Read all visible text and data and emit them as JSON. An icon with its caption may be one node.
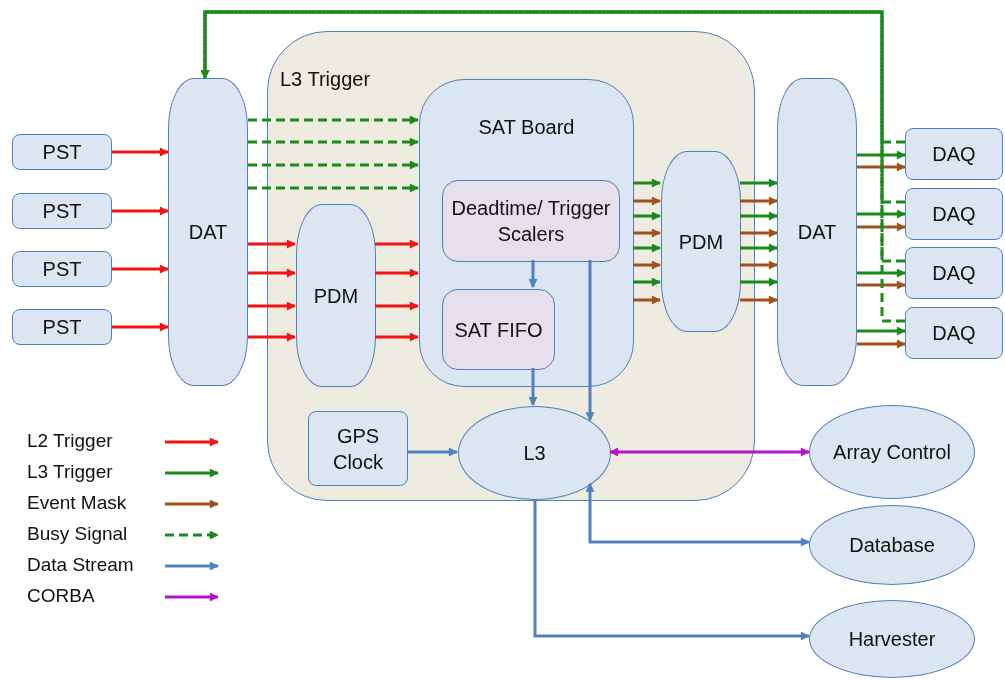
{
  "diagram": {
    "nodes": [
      {
        "text": [
          "PST"
        ]
      },
      {
        "text": [
          "PST"
        ]
      },
      {
        "text": [
          "PST"
        ]
      },
      {
        "text": [
          "PST"
        ]
      },
      {
        "text": [
          "DAT"
        ]
      },
      {
        "text": [
          "L3 Trigger"
        ]
      },
      {
        "text": [
          "PDM"
        ],
        "in": 5
      },
      {
        "text": [
          "SAT Board"
        ],
        "in": 5
      },
      {
        "text": [
          "Deadtime/ Trigger Scalers"
        ],
        "in": 7
      },
      {
        "text": [
          "SAT FIFO"
        ],
        "in": 7
      },
      {
        "text": [
          "PDM"
        ],
        "in": 5
      },
      {
        "text": [
          "GPS Clock"
        ],
        "in": 5
      },
      {
        "text": [
          "L3"
        ],
        "in": 5
      },
      {
        "text": [
          "DAT"
        ]
      },
      {
        "text": [
          "DAQ"
        ]
      },
      {
        "text": [
          "DAQ"
        ]
      },
      {
        "text": [
          "DAQ"
        ]
      },
      {
        "text": [
          "DAQ"
        ]
      },
      {
        "text": [
          "Array Control"
        ]
      },
      {
        "text": [
          "Database"
        ]
      },
      {
        "text": [
          "Harvester"
        ]
      }
    ],
    "edges": [
      {
        "from": 0,
        "to": 4,
        "arrow": "to",
        "color": "#f01414"
      },
      {
        "from": 1,
        "to": 4,
        "arrow": "to",
        "color": "#f01414"
      },
      {
        "from": 2,
        "to": 4,
        "arrow": "to",
        "color": "#f01414"
      },
      {
        "from": 3,
        "to": 4,
        "arrow": "to",
        "color": "#f01414"
      },
      {
        "from": 4,
        "to": 7,
        "arrow": "to",
        "style": "dashed",
        "color": "#1a8a1a"
      },
      {
        "from": 4,
        "to": 7,
        "arrow": "to",
        "style": "dashed",
        "color": "#1a8a1a"
      },
      {
        "from": 4,
        "to": 7,
        "arrow": "to",
        "style": "dashed",
        "color": "#1a8a1a"
      },
      {
        "from": 4,
        "to": 7,
        "arrow": "to",
        "style": "dashed",
        "color": "#1a8a1a"
      },
      {
        "from": 4,
        "to": 6,
        "arrow": "to",
        "color": "#f01414"
      },
      {
        "from": 4,
        "to": 6,
        "arrow": "to",
        "color": "#f01414"
      },
      {
        "from": 4,
        "to": 6,
        "arrow": "to",
        "color": "#f01414"
      },
      {
        "from": 4,
        "to": 6,
        "arrow": "to",
        "color": "#f01414"
      },
      {
        "from": 6,
        "to": 7,
        "arrow": "to",
        "color": "#f01414"
      },
      {
        "from": 6,
        "to": 7,
        "arrow": "to",
        "color": "#f01414"
      },
      {
        "from": 6,
        "to": 7,
        "arrow": "to",
        "color": "#f01414"
      },
      {
        "from": 6,
        "to": 7,
        "arrow": "to",
        "color": "#f01414"
      },
      {
        "from": 7,
        "to": 10,
        "arrow": "to",
        "color": "#1a8a1a"
      },
      {
        "from": 7,
        "to": 10,
        "arrow": "to",
        "color": "#a0521e"
      },
      {
        "from": 7,
        "to": 10,
        "arrow": "to",
        "color": "#1a8a1a"
      },
      {
        "from": 7,
        "to": 10,
        "arrow": "to",
        "color": "#a0521e"
      },
      {
        "from": 7,
        "to": 10,
        "arrow": "to",
        "color": "#1a8a1a"
      },
      {
        "from": 7,
        "to": 10,
        "arrow": "to",
        "color": "#a0521e"
      },
      {
        "from": 7,
        "to": 10,
        "arrow": "to",
        "color": "#1a8a1a"
      },
      {
        "from": 7,
        "to": 10,
        "arrow": "to",
        "color": "#a0521e"
      },
      {
        "from": 10,
        "to": 13,
        "arrow": "to",
        "color": "#1a8a1a"
      },
      {
        "from": 10,
        "to": 13,
        "arrow": "to",
        "color": "#a0521e"
      },
      {
        "from": 10,
        "to": 13,
        "arrow": "to",
        "color": "#1a8a1a"
      },
      {
        "from": 10,
        "to": 13,
        "arrow": "to",
        "color": "#a0521e"
      },
      {
        "from": 10,
        "to": 13,
        "arrow": "to",
        "color": "#1a8a1a"
      },
      {
        "from": 10,
        "to": 13,
        "arrow": "to",
        "color": "#a0521e"
      },
      {
        "from": 10,
        "to": 13,
        "arrow": "to",
        "color": "#1a8a1a"
      },
      {
        "from": 10,
        "to": 13,
        "arrow": "to",
        "color": "#a0521e"
      },
      {
        "from": 13,
        "to": 14,
        "arrow": "to",
        "color": "#1a8a1a"
      },
      {
        "from": 13,
        "to": 14,
        "arrow": "to",
        "color": "#a0521e"
      },
      {
        "from": 13,
        "to": 15,
        "arrow": "to",
        "color": "#1a8a1a"
      },
      {
        "from": 13,
        "to": 15,
        "arrow": "to",
        "color": "#a0521e"
      },
      {
        "from": 13,
        "to": 16,
        "arrow": "to",
        "color": "#1a8a1a"
      },
      {
        "from": 13,
        "to": 16,
        "arrow": "to",
        "color": "#a0521e"
      },
      {
        "from": 13,
        "to": 17,
        "arrow": "to",
        "color": "#1a8a1a"
      },
      {
        "from": 13,
        "to": 17,
        "arrow": "to",
        "color": "#a0521e"
      },
      {
        "from": 14,
        "to": 4,
        "arrow": "to",
        "style": "dashed",
        "color": "#1a8a1a"
      },
      {
        "from": 15,
        "to": 4,
        "arrow": "to",
        "style": "dashed",
        "color": "#1a8a1a"
      },
      {
        "from": 16,
        "to": 4,
        "arrow": "to",
        "style": "dashed",
        "color": "#1a8a1a"
      },
      {
        "from": 17,
        "to": 4,
        "arrow": "to",
        "style": "dashed",
        "color": "#1a8a1a"
      },
      {
        "from": 8,
        "to": 9,
        "arrow": "to",
        "color": "#4f81bd"
      },
      {
        "from": 9,
        "to": 12,
        "arrow": "to",
        "color": "#4f81bd"
      },
      {
        "from": 8,
        "to": 12,
        "arrow": "to",
        "color": "#4f81bd"
      },
      {
        "from": 11,
        "to": 12,
        "arrow": "to",
        "color": "#4f81bd"
      },
      {
        "from": 12,
        "to": 18,
        "arrow": "both",
        "color": "#b414c8"
      },
      {
        "from": 12,
        "to": 19,
        "arrow": "both",
        "color": "#4f81bd"
      },
      {
        "from": 12,
        "to": 20,
        "arrow": "to",
        "color": "#4f81bd"
      }
    ],
    "legend": [
      {
        "text": "L2 Trigger"
      },
      {
        "text": "L3 Trigger"
      },
      {
        "text": "Event Mask"
      },
      {
        "text": "Busy Signal"
      },
      {
        "text": "Data Stream"
      },
      {
        "text": "CORBA"
      }
    ]
  }
}
